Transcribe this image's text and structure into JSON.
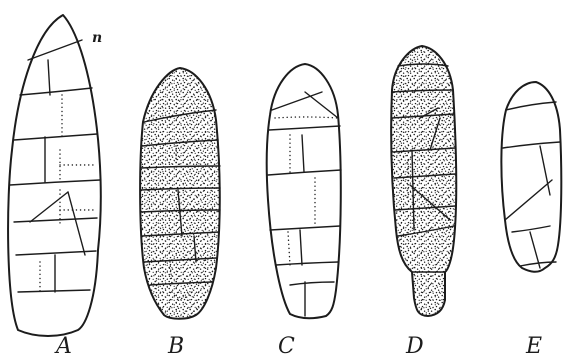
{
  "figure": {
    "annotation_mark": "n",
    "panels": [
      {
        "id": "A",
        "label": "A",
        "stippled": false
      },
      {
        "id": "B",
        "label": "B",
        "stippled": true
      },
      {
        "id": "C",
        "label": "C",
        "stippled": false
      },
      {
        "id": "D",
        "label": "D",
        "stippled": true
      },
      {
        "id": "E",
        "label": "E",
        "stippled": false
      }
    ]
  },
  "style": {
    "ink_color": "#1c1c1c",
    "background_color": "#ffffff"
  }
}
